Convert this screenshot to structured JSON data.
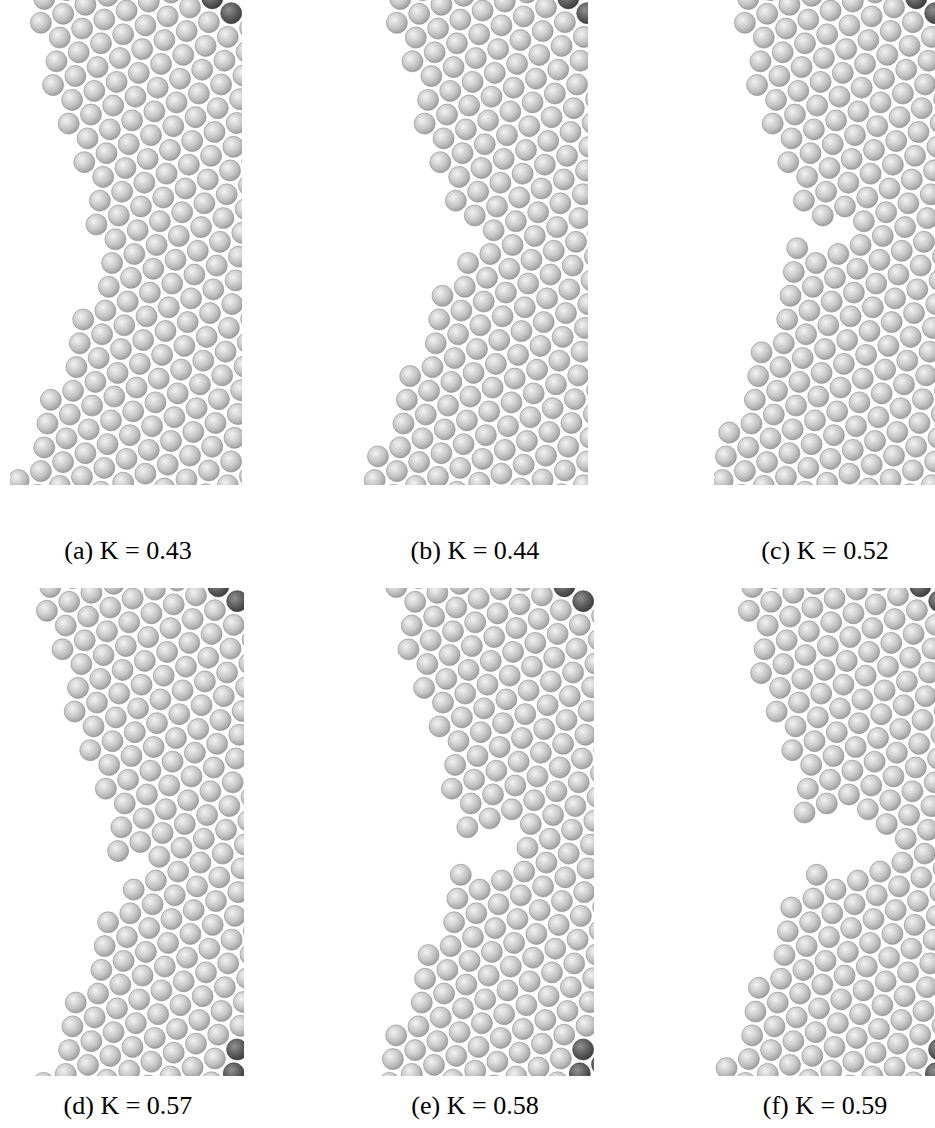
{
  "diagram": {
    "labels": [
      "(a) K = 0.43",
      "(b) K = 0.44",
      "(c) K = 0.52",
      "(d) K = 0.57",
      "(e) K = 0.58",
      "(f) K = 0.59"
    ]
  }
}
